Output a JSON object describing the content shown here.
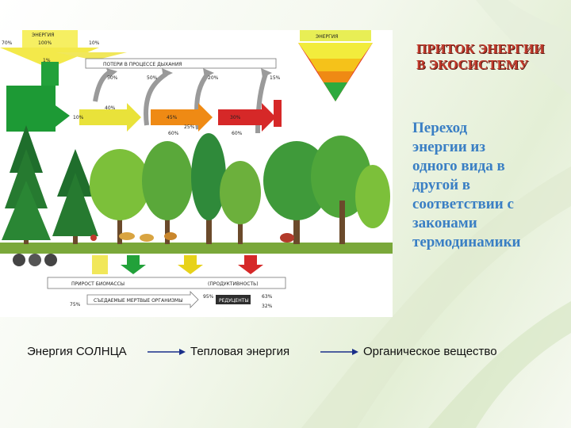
{
  "slide": {
    "title_lines": [
      "ПРИТОК ЭНЕРГИИ",
      "В ЭКОСИСТЕМУ"
    ],
    "body_lines": [
      "Переход",
      "энергии из",
      "одного вида в",
      "другой  в",
      "соответствии с",
      "законами",
      "термодинамики"
    ]
  },
  "captions": {
    "sun": "Энергия СОЛНЦА",
    "heat": "Тепловая энергия",
    "organic": "Органическое вещество"
  },
  "figure": {
    "sun_box": {
      "heading": "ЭНЕРГИЯ",
      "value": "100%",
      "left_pct": "70%",
      "right_pct": "10%"
    },
    "one_pct": "1%",
    "pyramid_heading": "ЭНЕРГИЯ",
    "breathing_label": "ПОТЕРИ В ПРОЦЕССЕ ДЫХАНИЯ",
    "pct_50a": "50%",
    "pct_50b": "50%",
    "pct_45": "45%",
    "pct_10": "10%",
    "pct_40": "40%",
    "pct_20": "20%",
    "pct_25": "25%",
    "pct_15": "15%",
    "pct_30": "30%",
    "pct_60a": "60%",
    "pct_60b": "60%",
    "biomass_label": "ПРИРОСТ БИОМАССЫ",
    "productivity_label": "(ПРОДУКТИВНОСТЬ)",
    "dead_matter_label": "СЪЕДАЕМЫЕ МЕРТВЫЕ ОРГАНИЗМЫ",
    "decomposers_label": "РЕДУЦЕНТЫ",
    "pct_75": "75%",
    "pct_95": "95%",
    "pct_63": "63%",
    "pct_32": "32%",
    "colors": {
      "green": "#22a13a",
      "yellow": "#e7d21a",
      "orange": "#ef8a14",
      "red": "#d62828",
      "grey": "#9a9a9a"
    }
  }
}
